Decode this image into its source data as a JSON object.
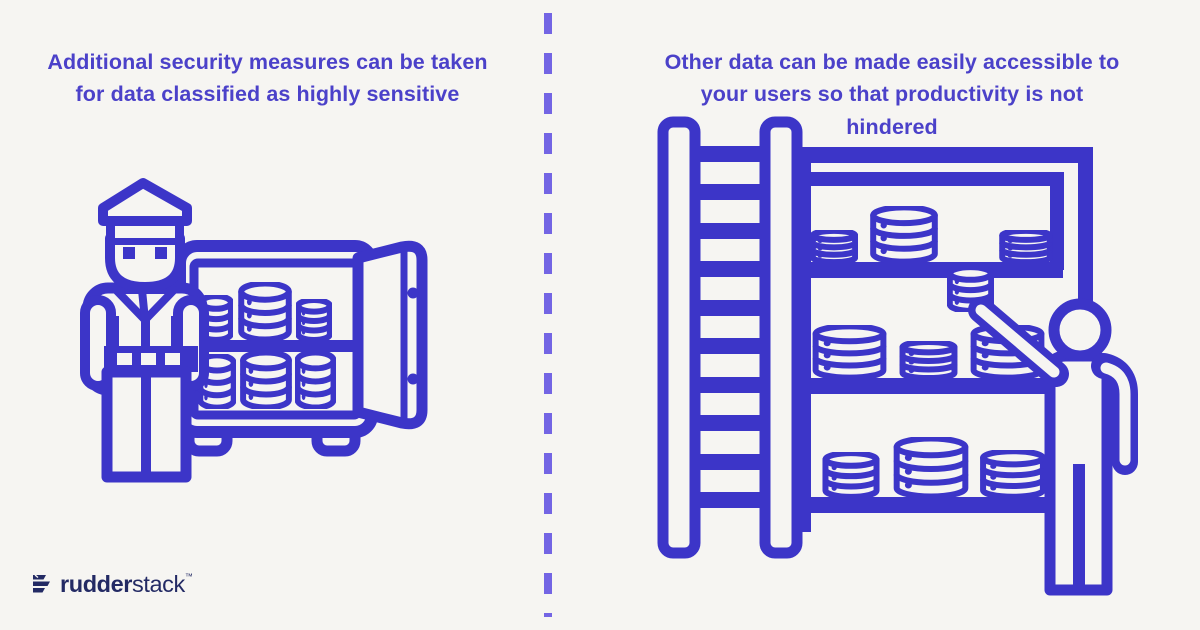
{
  "headings": {
    "left": "Additional security measures can be taken for data classified as highly sensitive",
    "right": "Other data can be made easily accessible to your users so that productivity is not hindered"
  },
  "brand": {
    "name_bold": "rudder",
    "name_light": "stack",
    "trademark": "™",
    "icon": "rudderstack-flag-icon"
  },
  "illustrations": {
    "left_alt": "Security guard standing beside an open safe filled with database cylinders",
    "right_alt": "Person reaching for a database cylinder on an open shelf unit with a ladder leaning against it"
  },
  "theme": {
    "bg": "#f6f5f2",
    "ink": "#3c35c8",
    "heading": "#4b41c9",
    "divider": "#7365e4",
    "logo": "#232a64"
  }
}
